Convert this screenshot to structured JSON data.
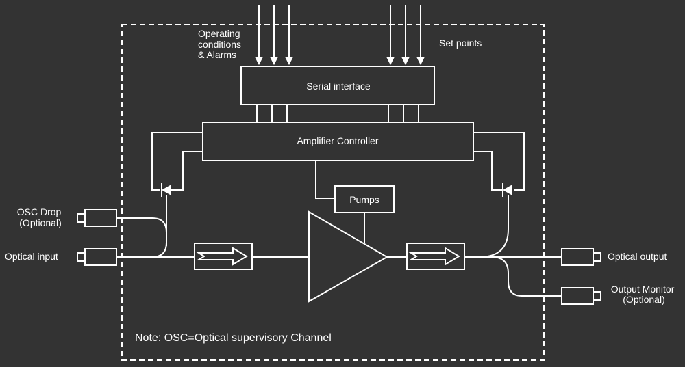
{
  "labels": {
    "operating": [
      "Operating",
      "conditions",
      "& Alarms"
    ],
    "set_points": "Set points",
    "serial_interface": "Serial interface",
    "amplifier_controller": "Amplifier Controller",
    "pumps": "Pumps",
    "osc_drop": [
      "OSC Drop",
      "(Optional)"
    ],
    "optical_input": "Optical input",
    "optical_output": "Optical output",
    "output_monitor": [
      "Output Monitor",
      "(Optional)"
    ],
    "note": "Note: OSC=Optical supervisory Channel"
  },
  "colors": {
    "background": "#333333",
    "line": "#ffffff"
  }
}
